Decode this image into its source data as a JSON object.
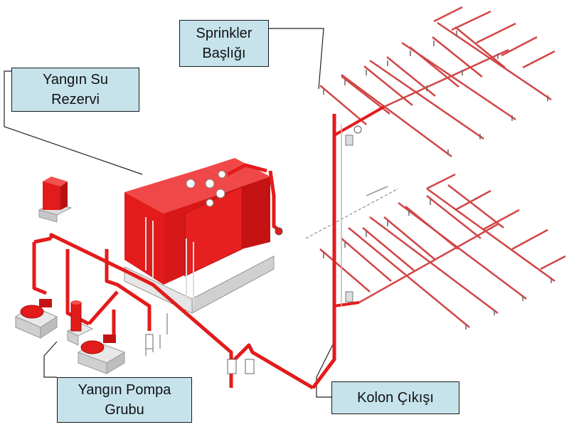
{
  "labels": {
    "water_reserve": {
      "line1": "Yangın Su",
      "line2": "Rezervi"
    },
    "sprinkler_head": {
      "line1": "Sprinkler",
      "line2": "Başlığı"
    },
    "pump_group": {
      "line1": "Yangın Pompa",
      "line2": "Grubu"
    },
    "column_outlet": {
      "text": "Kolon Çıkışı"
    }
  },
  "colors": {
    "pipe_red": "#e31b1b",
    "tank_red": "#ea2b2b",
    "tank_shadow": "#c41313",
    "sprinkler_branch": "#d24545",
    "base_gray": "#e4e4e4",
    "label_bg": "#c6e3ec",
    "leader_line": "#222222"
  },
  "icons": [
    "sprinkler-head-icon",
    "pump-icon",
    "water-tank-icon",
    "valve-icon"
  ]
}
